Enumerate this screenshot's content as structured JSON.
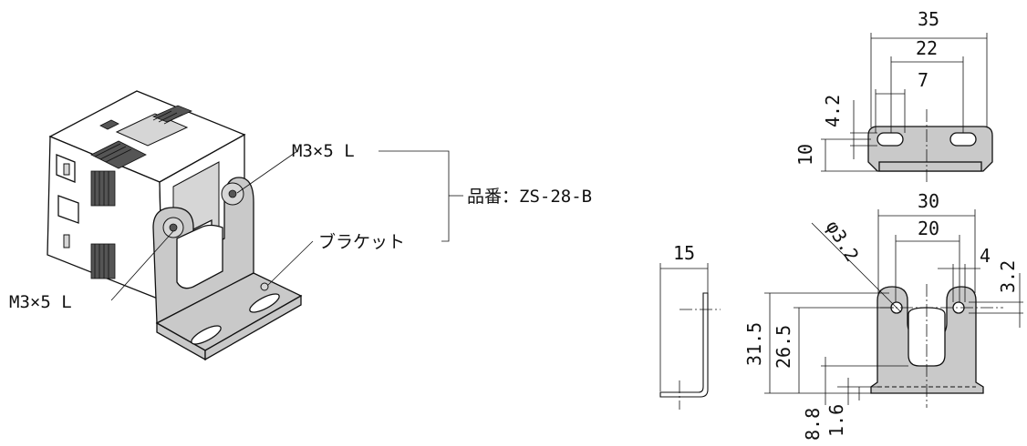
{
  "callouts": {
    "screw_upper": "M3×5 L",
    "screw_lower": "M3×5 L",
    "bracket": "ブラケット",
    "part_number": "品番：ZS-28-B"
  },
  "dimensions": {
    "top_width": "35",
    "top_hole_pitch": "22",
    "top_slot": "7",
    "top_slot_height": "4.2",
    "top_depth": "10",
    "front_width": "30",
    "front_hole_pitch": "20",
    "hole_diameter": "φ3.2",
    "hole_offset": "4",
    "hole_edge": "3.2",
    "side_depth": "15",
    "height_total": "31.5",
    "height_hole": "26.5",
    "base_thickness": "1.6",
    "base_height": "8.8"
  }
}
